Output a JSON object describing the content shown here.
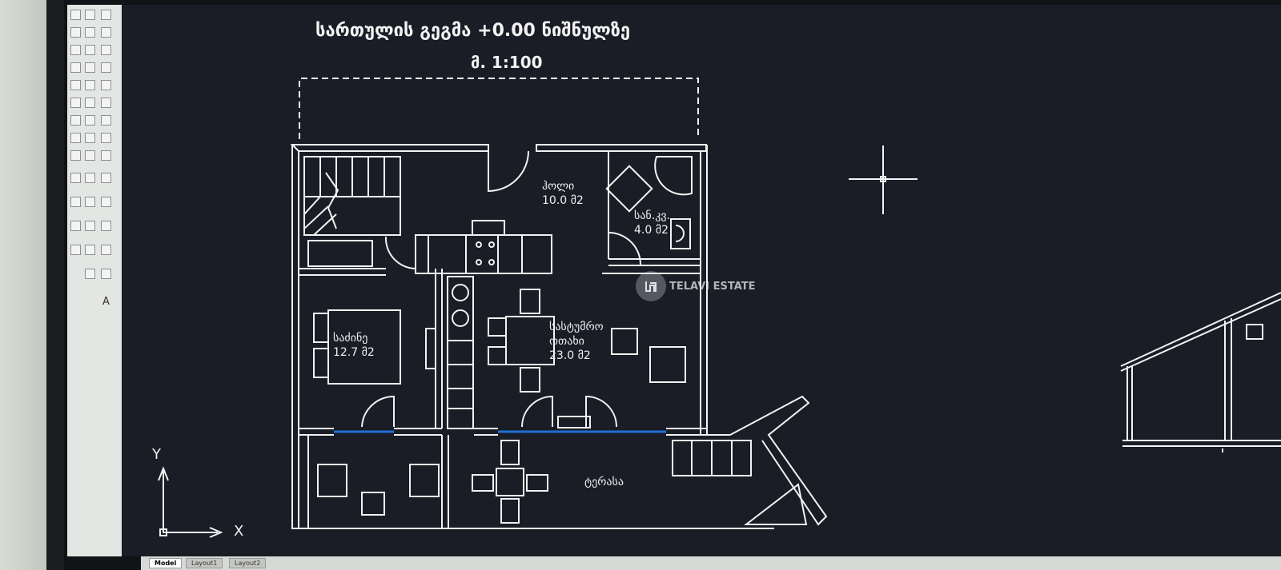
{
  "window": {
    "tabs": [
      "Model",
      "Layout1",
      "Layout2"
    ],
    "active_tab": "Model"
  },
  "toolbar": {
    "text_tool": "A"
  },
  "drawing": {
    "title": "სართულის გეგმა +0.00 ნიშნულზე",
    "scale": "მ. 1:100",
    "rooms": [
      {
        "name": "ჰოლი",
        "area": "10.0 მ2"
      },
      {
        "name": "სან.კვ.",
        "area": "4.0 მ2"
      },
      {
        "name": "საძინე",
        "area": "12.7 მ2"
      },
      {
        "name": "სასტუმრო ოთახი",
        "area": "23.0 მ2"
      },
      {
        "name": "ტერასა",
        "area": ""
      }
    ],
    "watermark": "TELAVI ESTATE",
    "axes": {
      "x": "X",
      "y": "Y"
    }
  },
  "colors": {
    "background": "#1a1d25",
    "lines": "#f2f2f2",
    "window_line": "#1f6fd6"
  }
}
